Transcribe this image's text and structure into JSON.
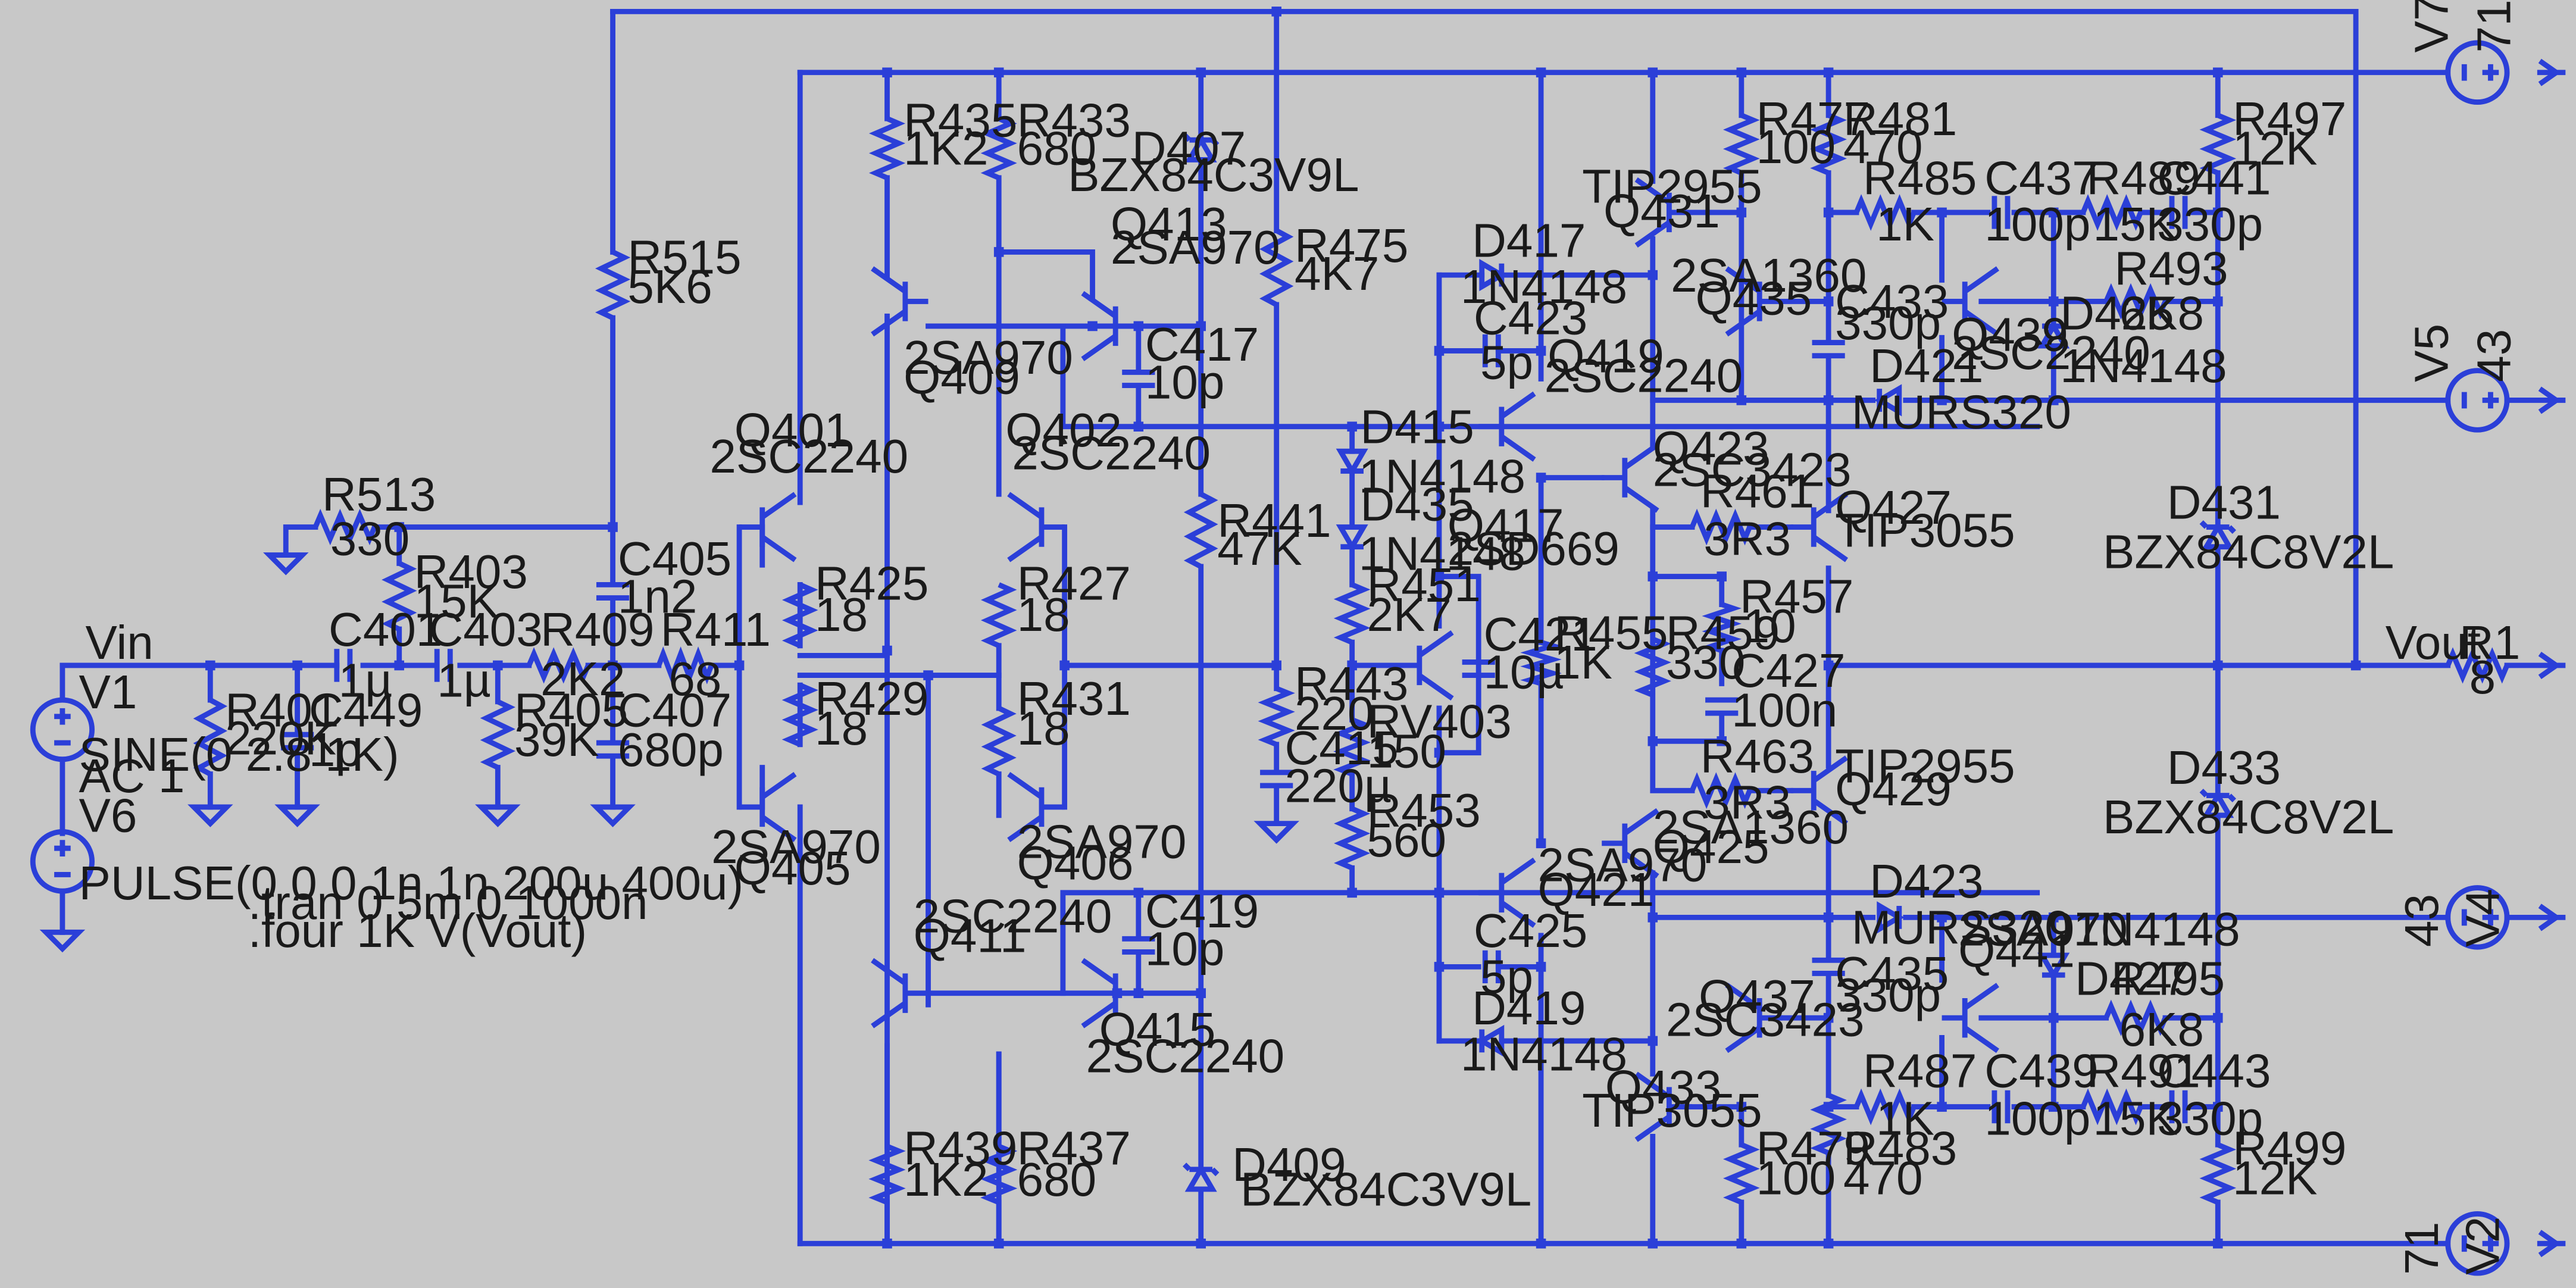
{
  "schematic": {
    "labels": {
      "vin": "Vin",
      "vout": "Vout",
      "v1": "V1",
      "v1_val1": "SINE(0 2.8 1K)",
      "v1_val2": "AC 1",
      "v6": "V6",
      "v6_val": "PULSE(0 0 0 1n 1n 200u 400u)",
      "tran": ".tran 0 5m 0 1000n",
      "four": ".four 1K V(Vout)",
      "v7": "V7",
      "v7_val": "71",
      "v5": "V5",
      "v5_val": "43",
      "v4": "V4",
      "v4_val": "43",
      "v2": "V2",
      "v2_val": "71",
      "r1": "R1",
      "r1_val": "8",
      "r401": "R401",
      "r401_val": "220K",
      "c449": "C449",
      "c449_val": "1p",
      "c401": "C401",
      "c401_val": "1µ",
      "c403": "C403",
      "c403_val": "1µ",
      "r403": "R403",
      "r403_val": "15K",
      "r405": "R405",
      "r405_val": "39K",
      "r409": "R409",
      "r409_val": "2K2",
      "r411": "R411",
      "r411_val": "68",
      "r513": "R513",
      "r513_val": "330",
      "r515": "R515",
      "r515_val": "5K6",
      "c405": "C405",
      "c405_val": "1n2",
      "c407": "C407",
      "c407_val": "680p",
      "q401": "Q401",
      "q401_t": "2SC2240",
      "q405": "Q405",
      "q405_t": "2SA970",
      "r425": "R425",
      "r425_val": "18",
      "r429": "R429",
      "r429_val": "18",
      "r435": "R435",
      "r435_val": "1K2",
      "q409": "Q409",
      "q409_t": "2SA970",
      "r433": "R433",
      "r433_val": "680",
      "q402": "Q402",
      "q402_t": "2SC2240",
      "r427": "R427",
      "r427_val": "18",
      "r431": "R431",
      "r431_val": "18",
      "q406": "Q406",
      "q406_t": "2SA970",
      "q411": "Q411",
      "q411_t": "2SC2240",
      "r439": "R439",
      "r439_val": "1K2",
      "r437": "R437",
      "r437_val": "680",
      "q413": "Q413",
      "q413_t": "2SA970",
      "c417": "C417",
      "c417_val": "10p",
      "q415": "Q415",
      "q415_t": "2SC2240",
      "c419": "C419",
      "c419_val": "10p",
      "d407": "D407",
      "d407_t": "BZX84C3V9L",
      "d409": "D409",
      "d409_t": "BZX84C3V9L",
      "r441": "R441",
      "r441_val": "47K",
      "r475": "R475",
      "r475_val": "4K7",
      "r443": "R443",
      "r443_val": "220",
      "c415": "C415",
      "c415_val": "220µ",
      "d415": "D415",
      "d415_t": "1N4148",
      "d435": "D435",
      "d435_t": "1N4148",
      "r451": "R451",
      "r451_val": "2K7",
      "rv403": "RV403",
      "rv403_val": "150",
      "r453": "R453",
      "r453_val": "560",
      "q417": "Q417",
      "q417_t": "2SD669",
      "c421": "C421",
      "c421_val": "10µ",
      "d417": "D417",
      "d417_t": "1N4148",
      "c423": "C423",
      "c423_val": "5p",
      "q419": "Q419",
      "q419_t": "2SC2240",
      "c425": "C425",
      "c425_val": "5p",
      "d419": "D419",
      "d419_t": "1N4148",
      "q421": "Q421",
      "q421_t": "2SA970",
      "r455": "R455",
      "r455_val": "1K",
      "q423": "Q423",
      "q423_t": "2SC3423",
      "q425": "Q425",
      "q425_t": "2SA1360",
      "q431": "Q431",
      "q431_t": "TIP2955",
      "q435": "Q435",
      "q435_t": "2SA1360",
      "r477": "R477",
      "r477_val": "100",
      "r481": "R481",
      "r481_val": "470",
      "c433": "C433",
      "c433_val": "330p",
      "r461": "R461",
      "r461_val": "3R3",
      "r459": "R459",
      "r459_val": "330",
      "r457": "R457",
      "r457_val": "10",
      "c427": "C427",
      "c427_val": "100n",
      "r463": "R463",
      "r463_val": "3R3",
      "q427": "Q427",
      "q427_t": "TIP3055",
      "q429": "Q429",
      "q429_t": "TIP2955",
      "q437": "Q437",
      "q437_t": "2SC3423",
      "q433": "Q433",
      "q433_t": "TIP3055",
      "r479": "R479",
      "r479_val": "100",
      "r483": "R483",
      "r483_val": "470",
      "c435": "C435",
      "c435_val": "330p",
      "r485": "R485",
      "r485_val": "1K",
      "c437": "C437",
      "c437_val": "100p",
      "r489": "R489",
      "r489_val": "15K",
      "c441": "C441",
      "c441_val": "330p",
      "r493": "R493",
      "r493_val": "6K8",
      "q439": "Q439",
      "q439_t": "2SC2240",
      "d425": "D425",
      "d425_t": "1N4148",
      "d421": "D421",
      "d421_t": "MURS320",
      "r497": "R497",
      "r497_val": "12K",
      "d431": "D431",
      "d431_t": "BZX84C8V2L",
      "d433": "D433",
      "d433_t": "BZX84C8V2L",
      "d423": "D423",
      "d423_t": "MURS320",
      "q441": "Q441",
      "q441_t": "2SA970",
      "d427": "D427",
      "d427_t": "1N4148",
      "r495": "R495",
      "r495_val": "6K8",
      "r487": "R487",
      "r487_val": "1K",
      "c439": "C439",
      "c439_val": "100p",
      "r491": "R491",
      "r491_val": "15K",
      "c443": "C443",
      "c443_val": "330p",
      "r499": "R499",
      "r499_val": "12K"
    }
  }
}
